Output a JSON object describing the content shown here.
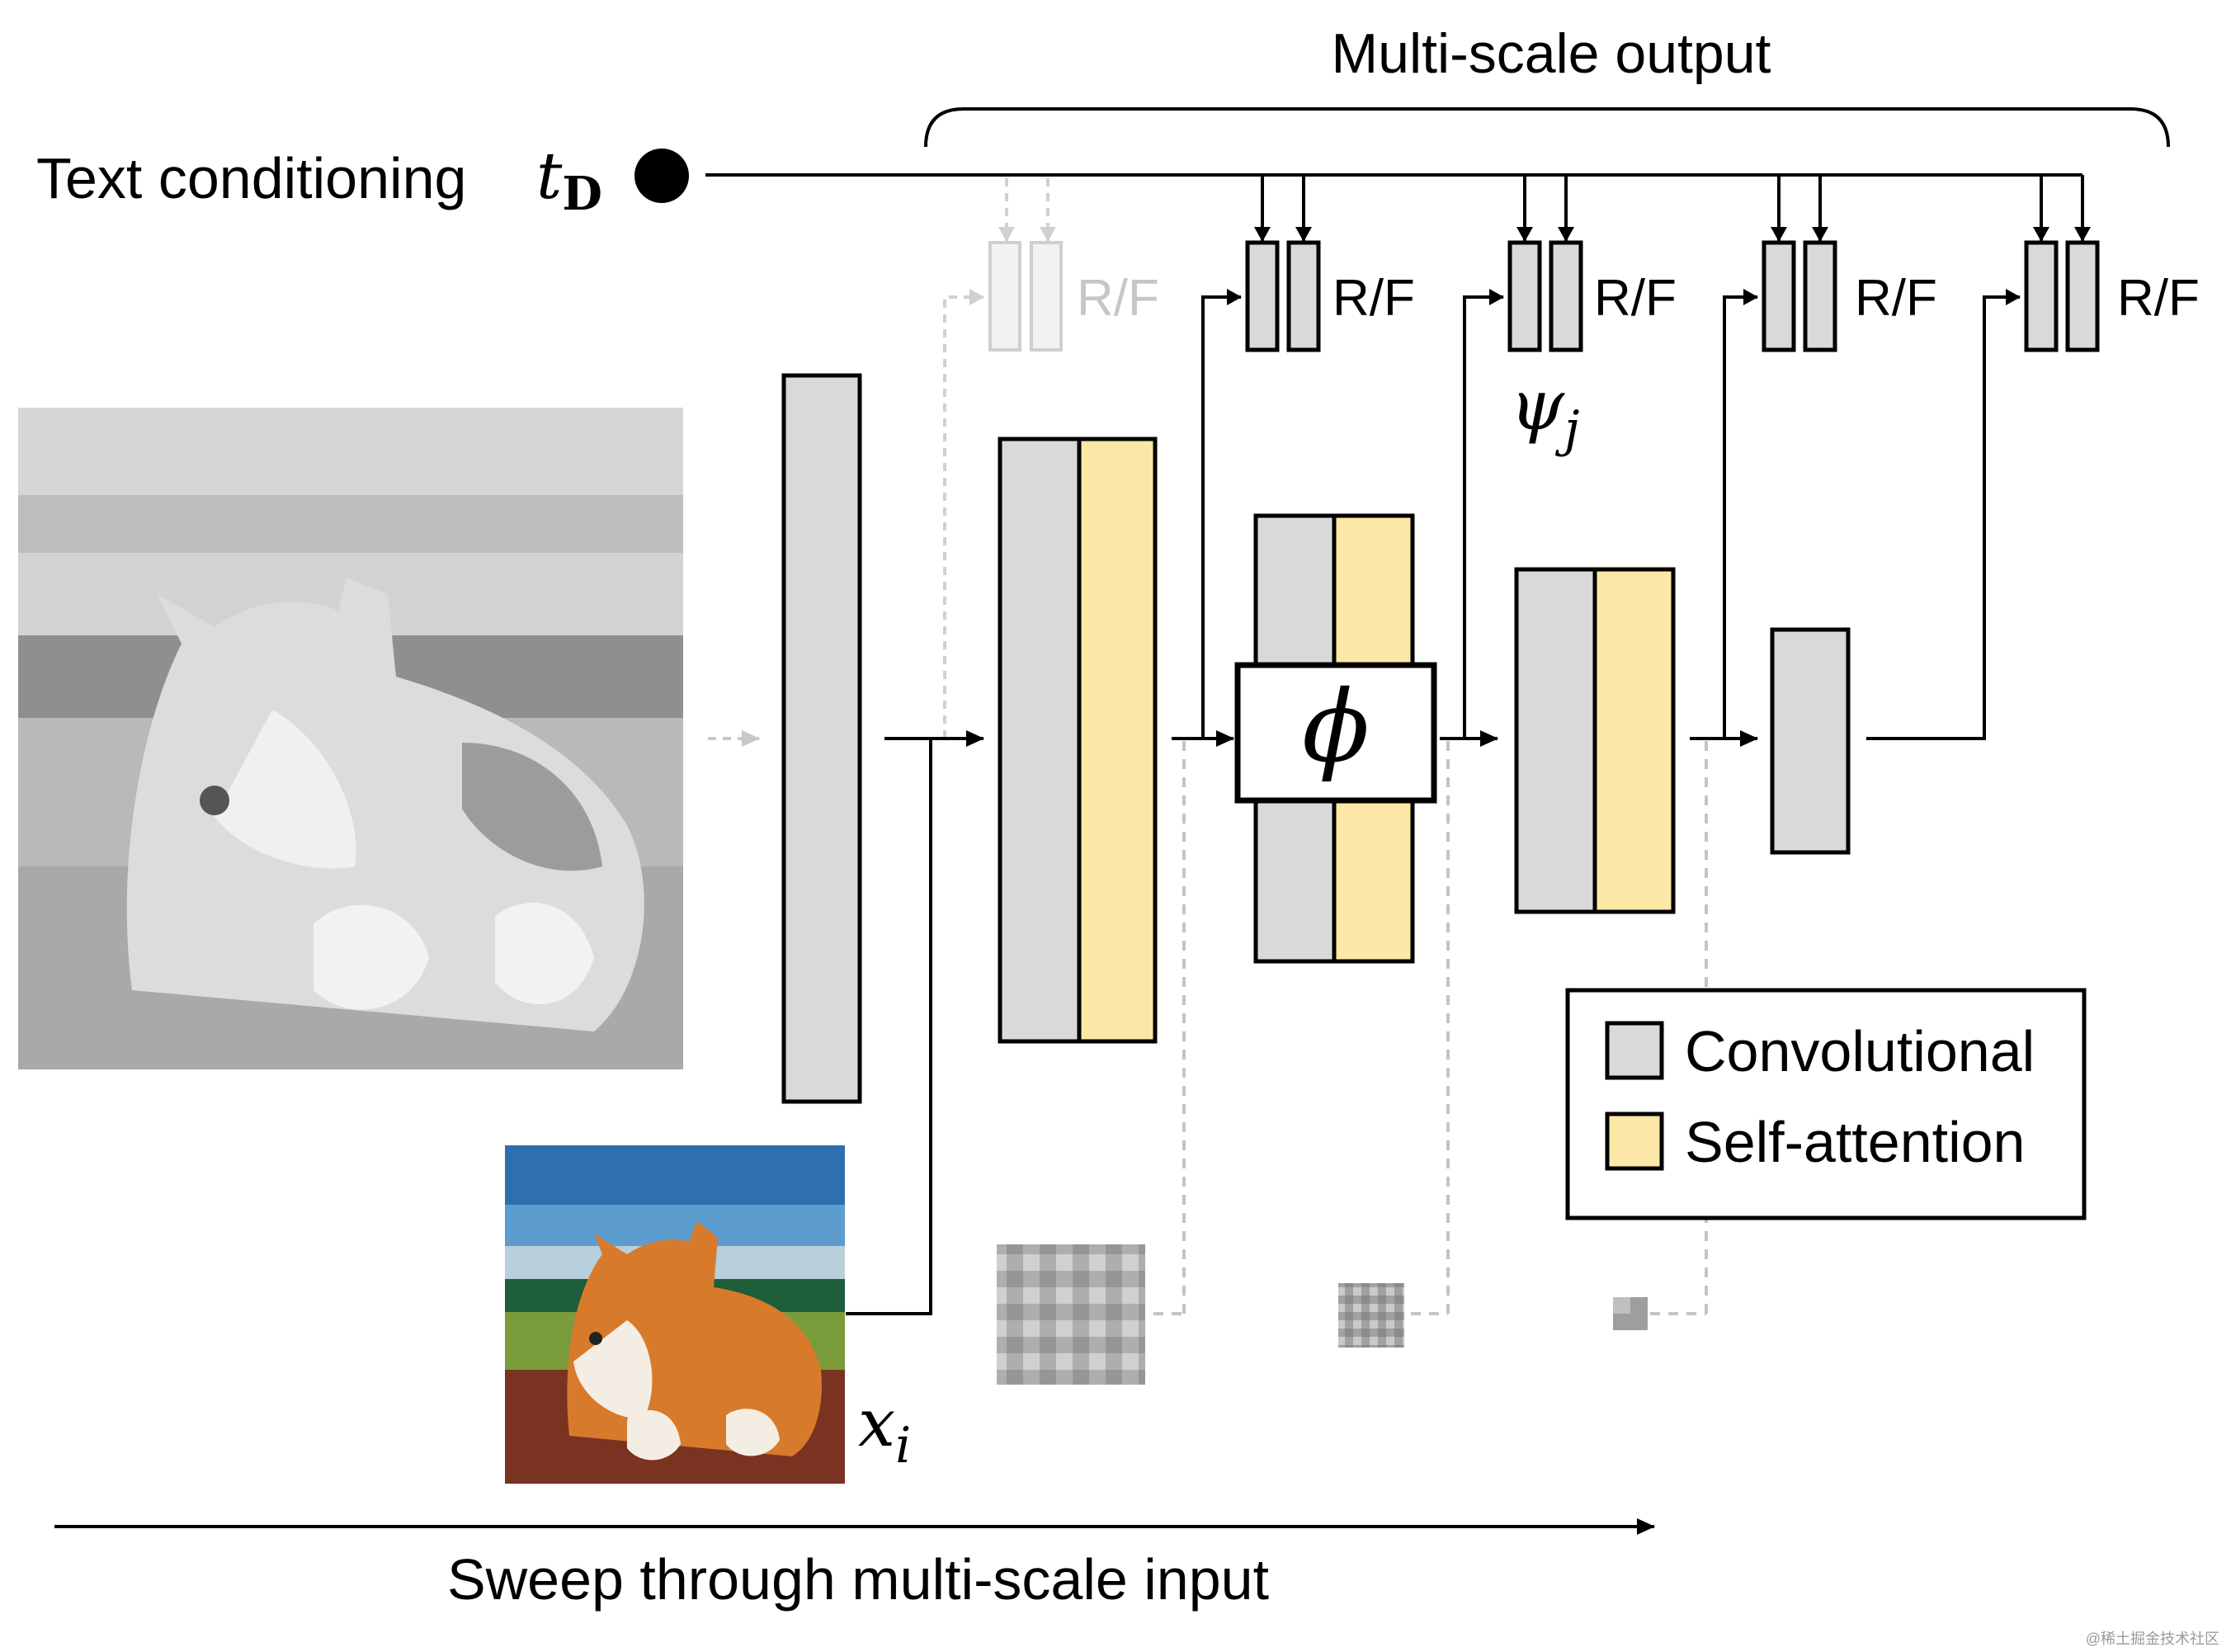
{
  "title": "Multi-scale output",
  "text_conditioning": {
    "label": "Text conditioning",
    "symbol": "t",
    "subscript": "D"
  },
  "rf_label": "R/F",
  "psi": {
    "symbol": "ψ",
    "subscript": "j"
  },
  "phi": "ϕ",
  "input": {
    "symbol": "x",
    "subscript": "i"
  },
  "sweep_label": "Sweep through multi-scale input",
  "legend": {
    "items": [
      {
        "label": "Convolutional",
        "color": "#d9d9d9"
      },
      {
        "label": "Self-attention",
        "color": "#fbe8a6"
      }
    ]
  },
  "colors": {
    "conv": "#d9d9d9",
    "attn": "#fbe8a6",
    "line": "#000000",
    "faded": "#c8c8c8",
    "dashed": "#bdbdbd"
  },
  "watermark": "@稀土掘金技术社区"
}
